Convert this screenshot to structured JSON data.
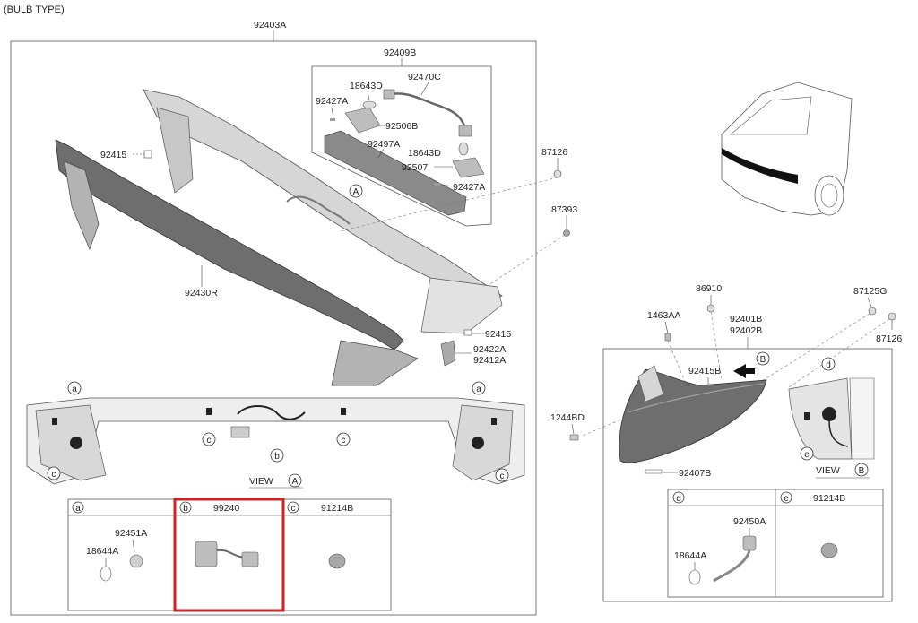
{
  "header": {
    "title": "(BULB TYPE)"
  },
  "parts": {
    "main_assembly": "92403A",
    "sub_assembly": "92409B",
    "harness": "92470C",
    "bulb_socket_top": "18643D",
    "bulb_socket_mid": "18643D",
    "lamp_lens_left": "92427A",
    "lamp_lens_right": "92427A",
    "lamp_housing": "92506B",
    "garnish_bracket": "92497A",
    "lamp_small": "92507",
    "screw_87126_top": "87126",
    "screw_87393": "87393",
    "pad_92415_left": "92415",
    "pad_92415_right": "92415",
    "reflector_left": "92422A",
    "reflector_right": "92412A",
    "garnish_strip": "92430R",
    "screw_86910": "86910",
    "clip_1463AA": "1463AA",
    "rear_lamp_lh": "92401B",
    "rear_lamp_rh": "92402B",
    "screw_87125G": "87125G",
    "screw_87126_right": "87126",
    "pad_92415B": "92415B",
    "bolt_1244BD": "1244BD",
    "pad_92407B": "92407B"
  },
  "views": {
    "view_a_label": "VIEW",
    "view_a_letter": "A",
    "view_b_label": "VIEW",
    "view_b_letter": "B",
    "callout_a": "A",
    "callout_b": "B"
  },
  "markers": {
    "a": "a",
    "b": "b",
    "c": "c",
    "d": "d",
    "e": "e"
  },
  "detail_table_left": [
    {
      "key": "a",
      "part": "",
      "items": [
        "92451A",
        "18644A"
      ]
    },
    {
      "key": "b",
      "part": "99240",
      "items": []
    },
    {
      "key": "c",
      "part": "91214B",
      "items": []
    }
  ],
  "detail_table_right": [
    {
      "key": "d",
      "part": "",
      "items": [
        "92450A",
        "18644A"
      ]
    },
    {
      "key": "e",
      "part": "91214B",
      "items": []
    }
  ],
  "colors": {
    "highlight": "#d42020",
    "line": "#444444",
    "part_fill": "#c9c9c9",
    "dark_fill": "#6e6e6e"
  }
}
